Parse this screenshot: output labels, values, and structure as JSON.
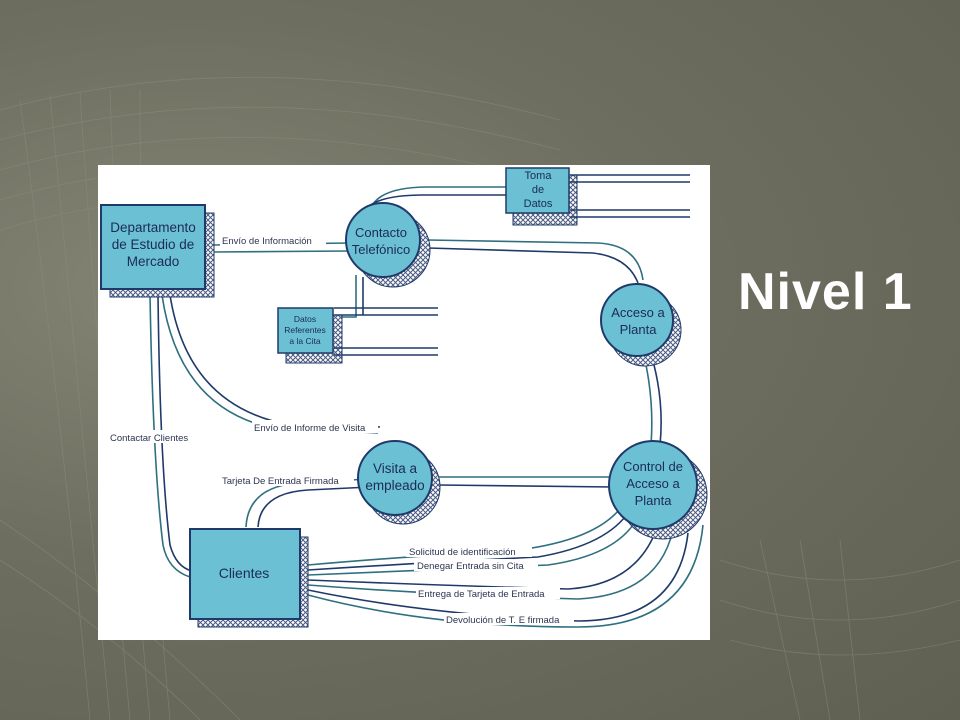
{
  "slide": {
    "title": "Nivel 1"
  },
  "colors": {
    "background": "#6e6e60",
    "node_fill": "#6cc0d4",
    "node_border": "#1f3a6a",
    "flow_stroke": "#2f6f7f",
    "shadow_hatch": "#5a6a8a"
  },
  "diagram": {
    "entities": {
      "departamento": [
        "Departamento",
        "de Estudio de",
        "Mercado"
      ],
      "clientes": [
        "Clientes"
      ]
    },
    "processes": {
      "contacto": [
        "Contacto",
        "Telefónico"
      ],
      "acceso": [
        "Acceso a",
        "Planta"
      ],
      "visita": [
        "Visita a",
        "empleado"
      ],
      "control": [
        "Control de",
        "Acceso a",
        "Planta"
      ]
    },
    "stores": {
      "toma": [
        "Toma",
        "de",
        "Datos"
      ],
      "datos_cita": [
        "Datos",
        "Referentes",
        "a la Cita"
      ]
    },
    "flows": {
      "envio_informacion": "Envío de Información",
      "envio_informe": "Envío de Informe de Visita",
      "contactar_clientes": "Contactar Clientes",
      "tarjeta_firmada": "Tarjeta De Entrada Firmada",
      "solicitud": "Solicitud de identificación",
      "denegar": "Denegar Entrada sin Cita",
      "entrega": "Entrega de Tarjeta de Entrada",
      "devolucion": "Devolución de T. E firmada"
    }
  }
}
